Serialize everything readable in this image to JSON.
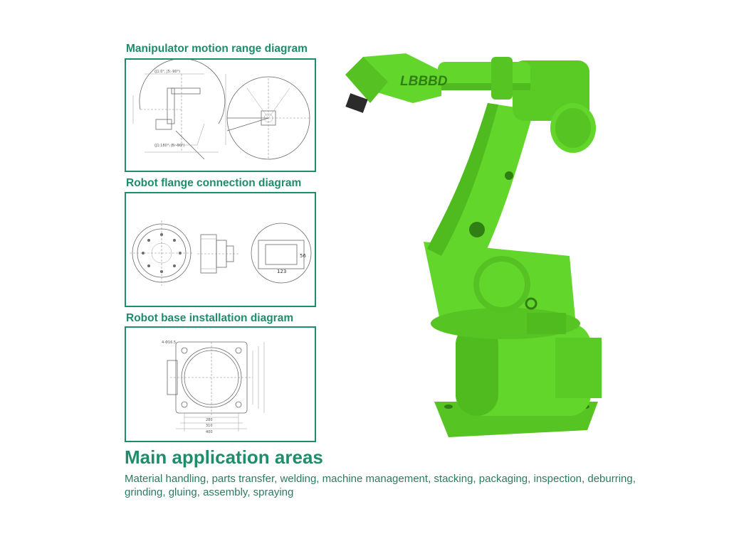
{
  "colors": {
    "heading": "#1f8d6b",
    "robot_body": "#63d62c",
    "robot_shadow": "#3fa51a",
    "frame_border": "#1f8d6b",
    "body_text": "#2b7a62"
  },
  "diagrams": [
    {
      "title": "Manipulator motion range diagram"
    },
    {
      "title": "Robot flange connection diagram"
    },
    {
      "title": "Robot base installation diagram"
    }
  ],
  "flange_dims": {
    "height": "56",
    "width": "123"
  },
  "base_dims": {
    "d1": "280",
    "d2": "310",
    "d3": "400",
    "holes": "4-Φ16.5"
  },
  "application": {
    "heading": "Main application areas",
    "text": "Material handling, parts transfer, welding, machine management, stacking, packaging, inspection, deburring, grinding, gluing, assembly, spraying"
  },
  "robot": {
    "logo": "LBBBD"
  }
}
